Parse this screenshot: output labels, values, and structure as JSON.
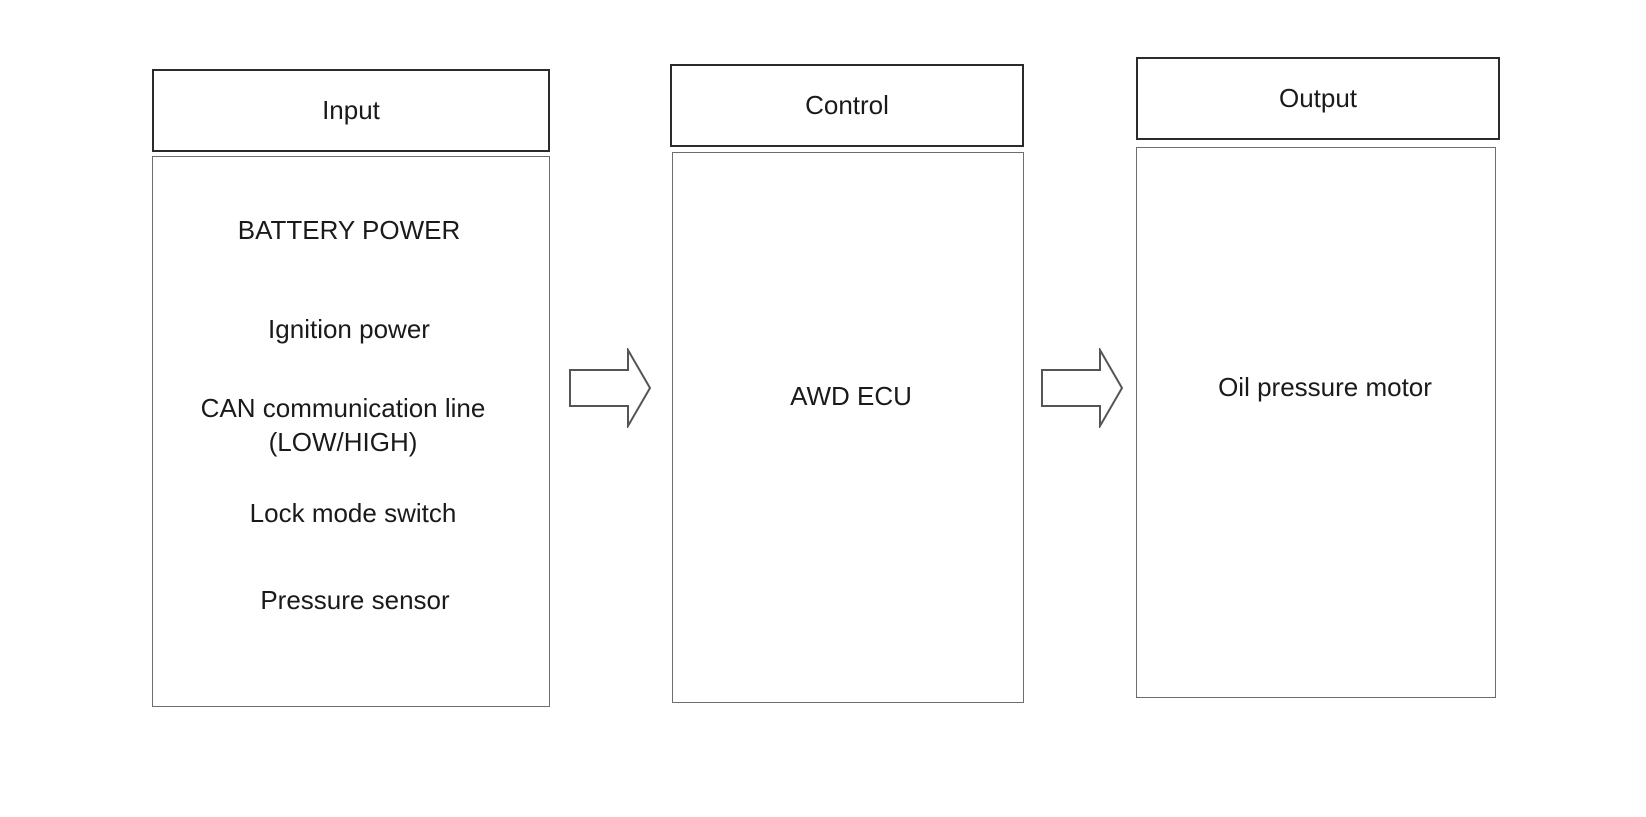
{
  "columns": {
    "input": {
      "header": "Input",
      "items": [
        "BATTERY POWER",
        "Ignition power",
        "CAN communication line\n(LOW/HIGH)",
        "Lock mode switch",
        "Pressure sensor"
      ]
    },
    "control": {
      "header": "Control",
      "items": [
        "AWD ECU"
      ]
    },
    "output": {
      "header": "Output",
      "items": [
        "Oil pressure motor"
      ]
    }
  },
  "arrows": [
    {
      "from": "input",
      "to": "control",
      "icon": "right-arrow-icon"
    },
    {
      "from": "control",
      "to": "output",
      "icon": "right-arrow-icon"
    }
  ]
}
